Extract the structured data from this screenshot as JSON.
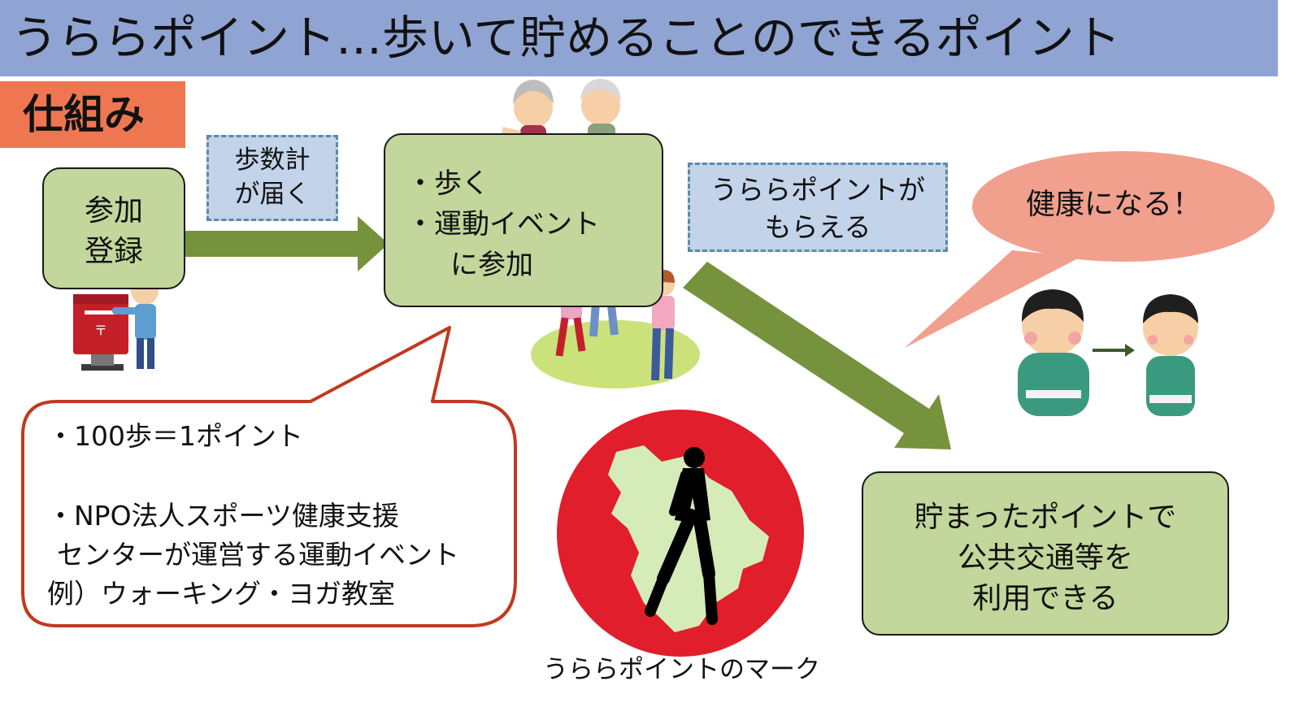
{
  "title": "うららポイント…歩いて貯めることのできるポイント",
  "section_label": "仕組み",
  "steps": {
    "register": {
      "line1": "参加",
      "line2": "登録"
    },
    "pedometer": {
      "line1": "歩数計",
      "line2": "が届く"
    },
    "activity": {
      "line1": "・歩く",
      "line2": "・運動イベント",
      "line3": "に参加"
    },
    "points": {
      "line1": "うららポイントが",
      "line2": "もらえる"
    },
    "health": {
      "text": "健康になる！"
    },
    "use": {
      "line1": "貯まったポイントで",
      "line2": "公共交通等を",
      "line3": "利用できる"
    }
  },
  "details": {
    "line1": "・100歩＝1ポイント",
    "line2": "・NPO法人スポーツ健康支援",
    "line3": "センターが運営する運動イベント",
    "line4": "例）ウォーキング・ヨガ教室"
  },
  "mark_caption": "うららポイントのマーク",
  "colors": {
    "title_bar": "#8fa4d2",
    "section_tag": "#ee7752",
    "green_box": "#c3d69b",
    "arrow": "#76923c",
    "dashed_box": "#c2d3ea",
    "speech_bubble": "#f0a08d",
    "callout_border": "#c0391f",
    "mark_circle": "#e11e2b",
    "mark_map": "#d6ecb8"
  }
}
